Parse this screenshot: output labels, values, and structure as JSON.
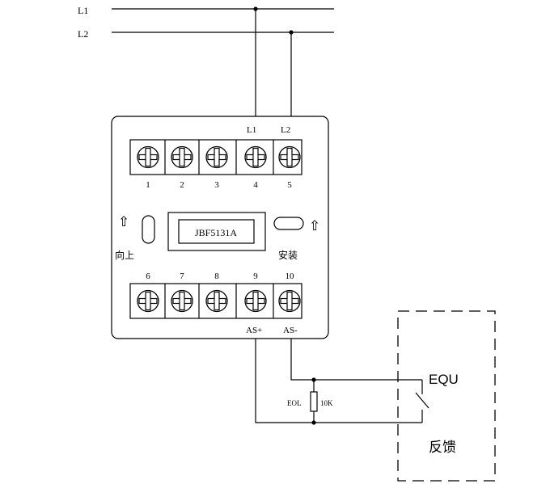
{
  "lines": {
    "l1": "L1",
    "l2": "L2"
  },
  "device": {
    "model": "JBF5131A",
    "arrow_up_left": "⇧",
    "arrow_up_right": "⇧",
    "up_label": "向上",
    "install_label": "安装",
    "top_terminal_numbers": [
      "1",
      "2",
      "3",
      "4",
      "5"
    ],
    "top_terminal_labels": {
      "t4": "L1",
      "t5": "L2"
    },
    "bottom_terminal_numbers": [
      "6",
      "7",
      "8",
      "9",
      "10"
    ],
    "bottom_terminal_labels": {
      "t9": "AS+",
      "t10": "AS-"
    }
  },
  "resistor": {
    "name": "EOL",
    "value": "10K"
  },
  "equipment": {
    "label": "EQU",
    "feedback_label": "反馈"
  }
}
